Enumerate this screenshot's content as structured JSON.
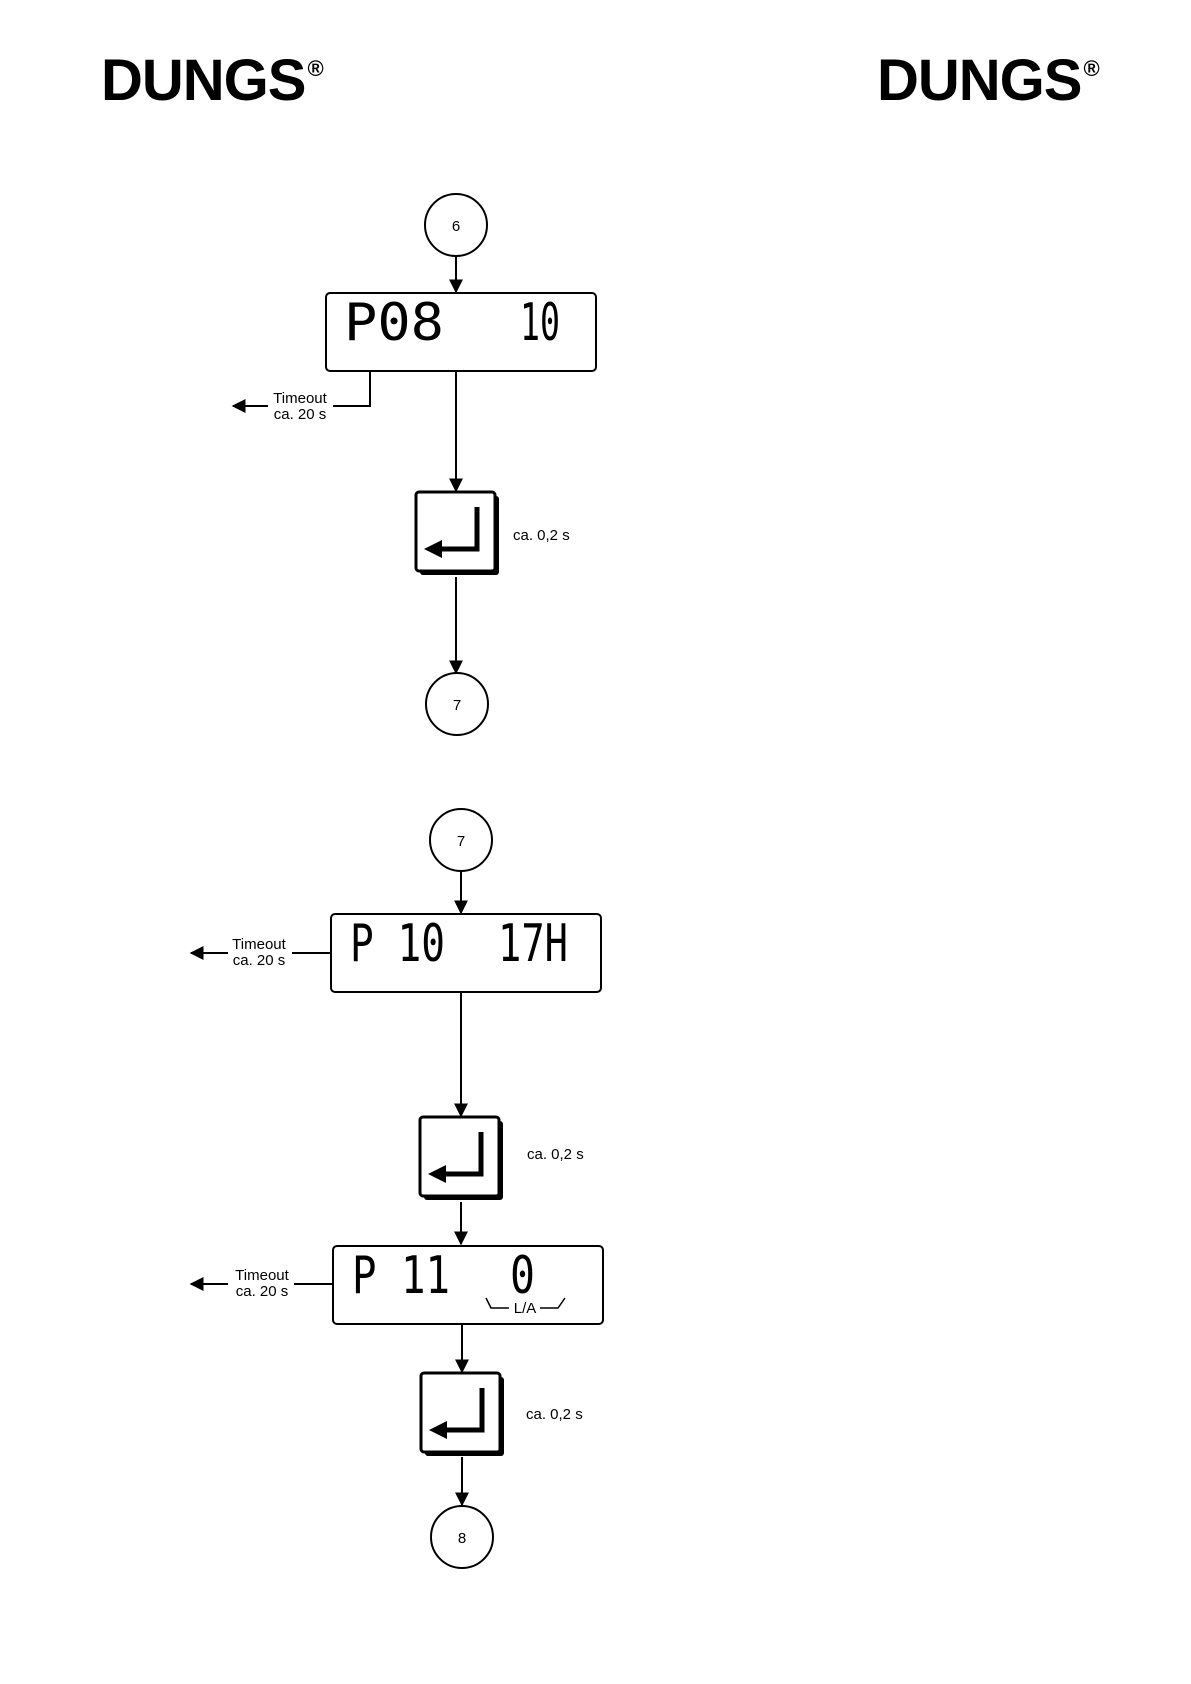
{
  "logos": {
    "left": {
      "text": "DUNGS",
      "mark": "®"
    },
    "right": {
      "text": "DUNGS",
      "mark": "®"
    }
  },
  "diagram1": {
    "start_connector": "6",
    "display": {
      "param": "P08",
      "value": "10"
    },
    "timeout": {
      "line1": "Timeout",
      "line2": "ca. 20 s"
    },
    "enter_key": {
      "icon": "enter-key-icon",
      "note": "ca. 0,2 s"
    },
    "end_connector": "7"
  },
  "diagram2": {
    "start_connector": "7",
    "display_1": {
      "param": "P 10",
      "value": "17H"
    },
    "timeout_1": {
      "line1": "Timeout",
      "line2": "ca. 20 s"
    },
    "enter_key_1": {
      "icon": "enter-key-icon",
      "note": "ca. 0,2 s"
    },
    "display_2": {
      "param": "P 11",
      "value": "0",
      "sublabel": "L/A"
    },
    "timeout_2": {
      "line1": "Timeout",
      "line2": "ca. 20 s"
    },
    "enter_key_2": {
      "icon": "enter-key-icon",
      "note": "ca. 0,2 s"
    },
    "end_connector": "8"
  }
}
